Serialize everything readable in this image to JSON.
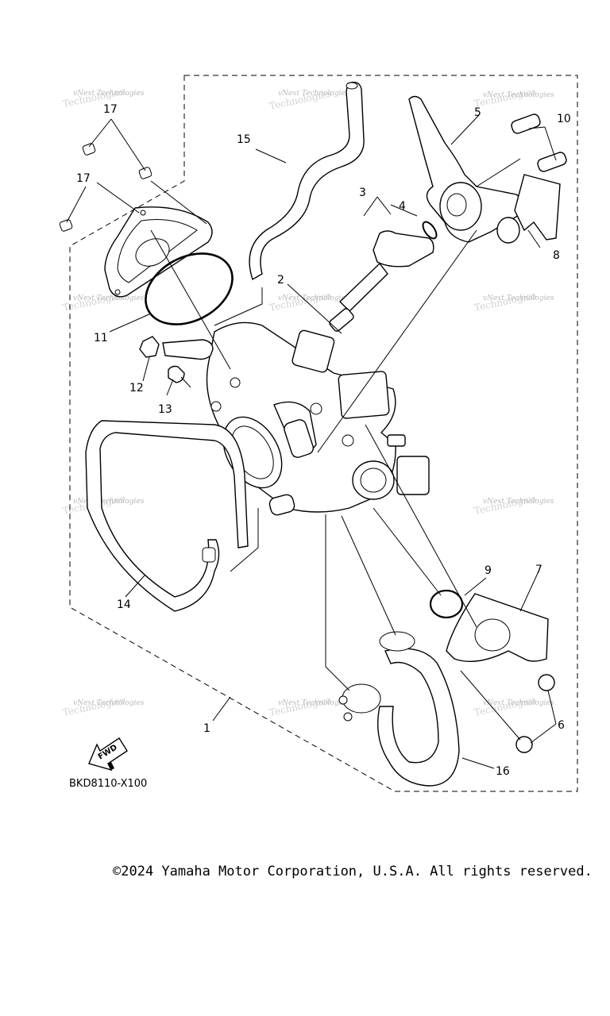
{
  "diagram": {
    "callouts": {
      "c1": "1",
      "c2": "2",
      "c3": "3",
      "c4": "4",
      "c5": "5",
      "c6": "6",
      "c7": "7",
      "c8": "8",
      "c9": "9",
      "c10": "10",
      "c11": "11",
      "c12": "12",
      "c13": "13",
      "c14": "14",
      "c15": "15",
      "c16": "16",
      "c17a": "17",
      "c17b": "17"
    },
    "fwd_label": "FWD",
    "diagram_code": "BKD8110-X100",
    "watermark_line1": "vNext Technologies",
    "watermark_line2": "Technologies"
  },
  "footer": {
    "copyright": "©2024 Yamaha Motor Corporation, U.S.A. All rights reserved."
  }
}
